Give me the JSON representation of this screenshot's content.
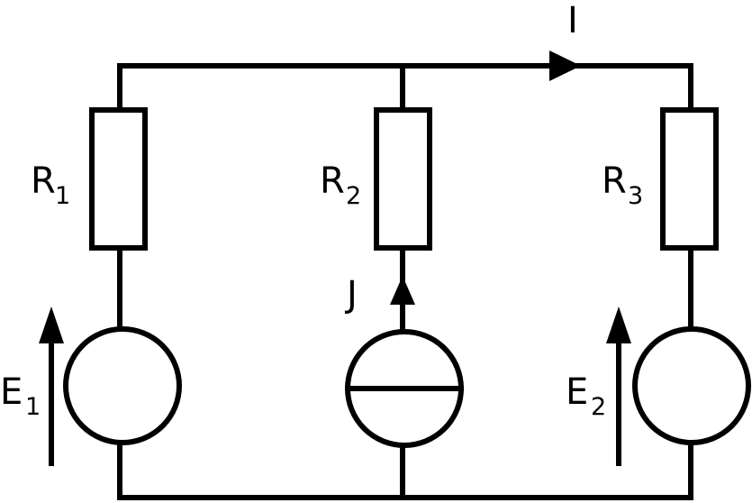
{
  "labels": {
    "current": "I",
    "r1": {
      "main": "R",
      "sub": "1"
    },
    "r2": {
      "main": "R",
      "sub": "2"
    },
    "r3": {
      "main": "R",
      "sub": "3"
    },
    "e1": {
      "main": "E",
      "sub": "1"
    },
    "e2": {
      "main": "E",
      "sub": "2"
    },
    "j": "J"
  }
}
